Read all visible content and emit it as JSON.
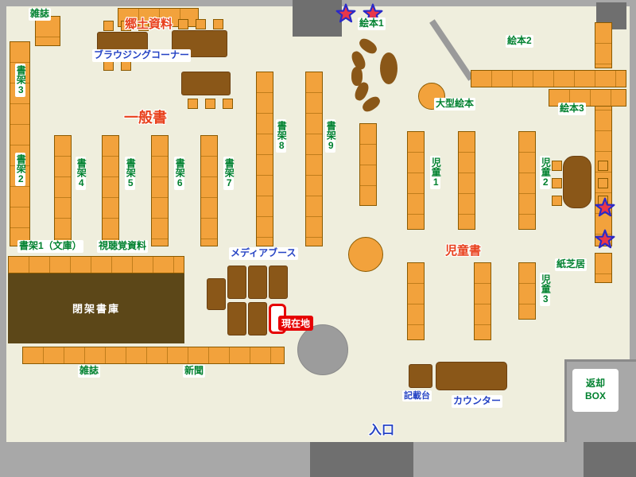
{
  "colors": {
    "floor": "#efeedd",
    "wall": "#a8a8a8",
    "wall_dark": "#6f6f6f",
    "pillar": "#9c9c9c",
    "shelf": "#f2a23c",
    "shelf_border": "#8a5a00",
    "table_brown": "#8a5718",
    "stack_room": "#5c4718",
    "accent_red": "#e8401c",
    "text_green": "#00812f",
    "text_blue": "#2543c4",
    "marker_red": "#e60000",
    "star_fill": "#e8374a",
    "star_stroke": "#2a2ac8"
  },
  "labels": {
    "magazines_top": "雑誌",
    "local_materials": "郷土資料",
    "browsing_corner": "ブラウジングコーナー",
    "shelf_3": "書架3",
    "shelf_2": "書架2",
    "general_books": "一般書",
    "shelf_4": "書架4",
    "shelf_5": "書架5",
    "shelf_6": "書架6",
    "shelf_7": "書架7",
    "shelf_8": "書架8",
    "shelf_9": "書架9",
    "picture_book_1": "絵本1",
    "picture_book_2": "絵本2",
    "picture_book_3": "絵本3",
    "large_picture_books": "大型絵本",
    "children_1": "児童1",
    "children_2": "児童2",
    "children_3": "児童3",
    "children_books": "児童書",
    "kamishibai": "紙芝居",
    "shelf_1_bunko": "書架1（文庫）",
    "audio_visual": "視聴覚資料",
    "media_booth": "メディアブース",
    "closed_stacks": "閉架書庫",
    "current_location": "現在地",
    "magazines_bottom": "雑誌",
    "newspapers": "新聞",
    "entrance": "入口",
    "sorting_table": "記載台",
    "counter": "カウンター",
    "return_box_line1": "返却",
    "return_box_line2": "BOX"
  }
}
